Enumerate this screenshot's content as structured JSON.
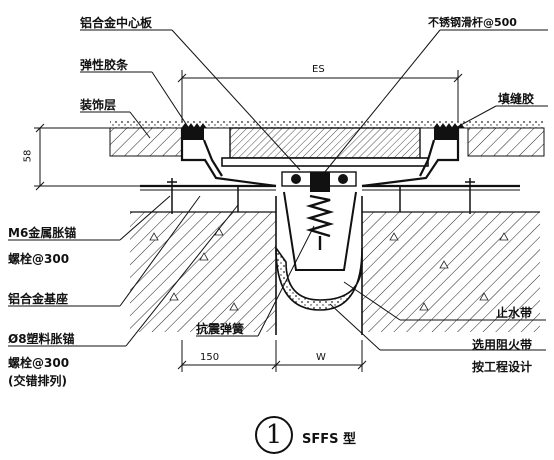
{
  "labels": {
    "center_plate": "铝合金中心板",
    "steel_rod": "不锈钢滑杆@500",
    "elastic_strip": "弹性胶条",
    "finish_layer": "装饰层",
    "sealant": "填缝胶",
    "m6_anchor_1": "M6金属胀锚",
    "m6_anchor_2": "螺栓@300",
    "alu_base": "铝合金基座",
    "plastic_anchor_1": "Ø8塑料胀锚",
    "plastic_anchor_2": "螺栓@300",
    "plastic_anchor_3": "(交错排列)",
    "spring": "抗震弹簧",
    "water_stop": "止水带",
    "fire_belt_1": "选用阻火带",
    "fire_belt_2": "按工程设计"
  },
  "dimensions": {
    "es": "ES",
    "depth": "58",
    "left_width": "150",
    "w": "W"
  },
  "caption": {
    "number": "1",
    "type": "SFFS 型"
  }
}
